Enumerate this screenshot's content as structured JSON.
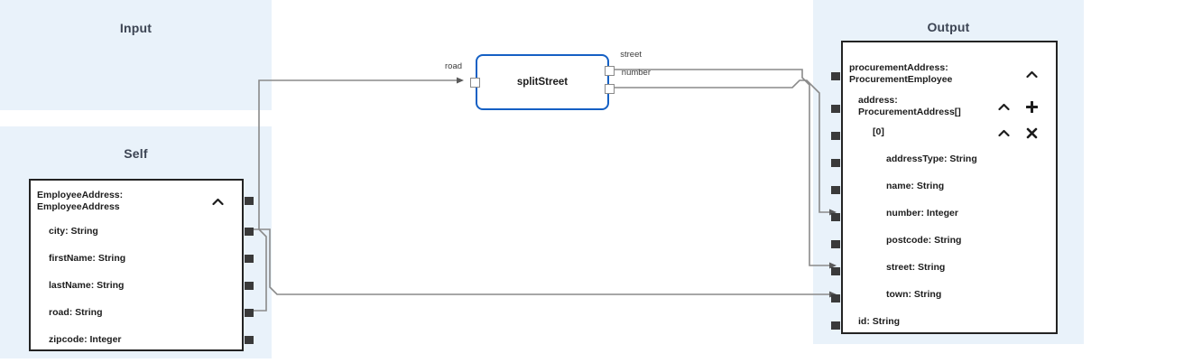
{
  "lanes": {
    "input": {
      "title": "Input"
    },
    "self": {
      "title": "Self"
    },
    "output": {
      "title": "Output"
    }
  },
  "function_node": {
    "title": "splitStreet",
    "inputs": [
      {
        "name": "road"
      }
    ],
    "outputs": [
      {
        "name": "street"
      },
      {
        "name": "number"
      }
    ]
  },
  "self_node": {
    "header": {
      "label": "EmployeeAddress:\nEmployeeAddress",
      "collapse_icon": "chevron-up-icon"
    },
    "fields": [
      {
        "label": "city: String"
      },
      {
        "label": "firstName: String"
      },
      {
        "label": "lastName: String"
      },
      {
        "label": "road: String"
      },
      {
        "label": "zipcode: Integer"
      }
    ]
  },
  "output_node": {
    "rows": [
      {
        "label": "procurementAddress:\nProcurementEmployee",
        "indent": 0,
        "actions": [
          "chevron-up-icon"
        ]
      },
      {
        "label": "address:\nProcurementAddress[]",
        "indent": 1,
        "actions": [
          "chevron-up-icon",
          "plus-icon"
        ]
      },
      {
        "label": "[0]",
        "indent": 2,
        "actions": [
          "chevron-up-icon",
          "close-icon"
        ]
      },
      {
        "label": "addressType: String",
        "indent": 3,
        "actions": []
      },
      {
        "label": "name: String",
        "indent": 3,
        "actions": []
      },
      {
        "label": "number: Integer",
        "indent": 3,
        "actions": []
      },
      {
        "label": "postcode: String",
        "indent": 3,
        "actions": []
      },
      {
        "label": "street: String",
        "indent": 3,
        "actions": []
      },
      {
        "label": "town: String",
        "indent": 3,
        "actions": []
      },
      {
        "label": "id: String",
        "indent": 1,
        "actions": []
      }
    ]
  },
  "colors": {
    "lane_background": "#e9f2fa",
    "node_border": "#232323",
    "function_border": "#1560c4",
    "wire": "#8a8a8a",
    "port": "#3a3a3a",
    "canvas": "#ffffff"
  }
}
